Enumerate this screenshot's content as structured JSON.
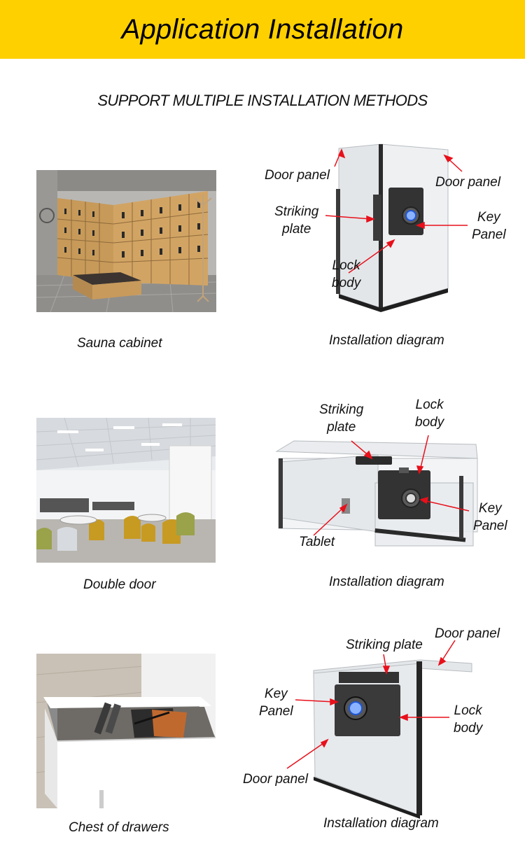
{
  "header": {
    "title": "Application Installation"
  },
  "subtitle": "SUPPORT MULTIPLE INSTALLATION METHODS",
  "sections": [
    {
      "caption": "Sauna cabinet",
      "diagram_caption": "Installation diagram",
      "labels": {
        "door_panel_left": "Door panel",
        "door_panel_right": "Door panel",
        "striking_plate": [
          "Striking",
          "plate"
        ],
        "key_panel": [
          "Key",
          "Panel"
        ],
        "lock_body": [
          "Lock",
          "body"
        ]
      }
    },
    {
      "caption": "Double door",
      "diagram_caption": "Installation diagram",
      "labels": {
        "striking_plate": [
          "Striking",
          "plate"
        ],
        "lock_body": [
          "Lock",
          "body"
        ],
        "key_panel": [
          "Key",
          "Panel"
        ],
        "tablet": "Tablet"
      }
    },
    {
      "caption": "Chest of drawers",
      "diagram_caption": "Installation diagram",
      "labels": {
        "striking_plate": "Striking plate",
        "door_panel_top": "Door panel",
        "key_panel": [
          "Key",
          "Panel"
        ],
        "lock_body": [
          "Lock",
          "body"
        ],
        "door_panel_bottom": "Door panel"
      }
    }
  ],
  "colors": {
    "banner": "#fed000",
    "arrow": "#e8101b"
  },
  "icons": [
    "fingerprint-icon"
  ]
}
